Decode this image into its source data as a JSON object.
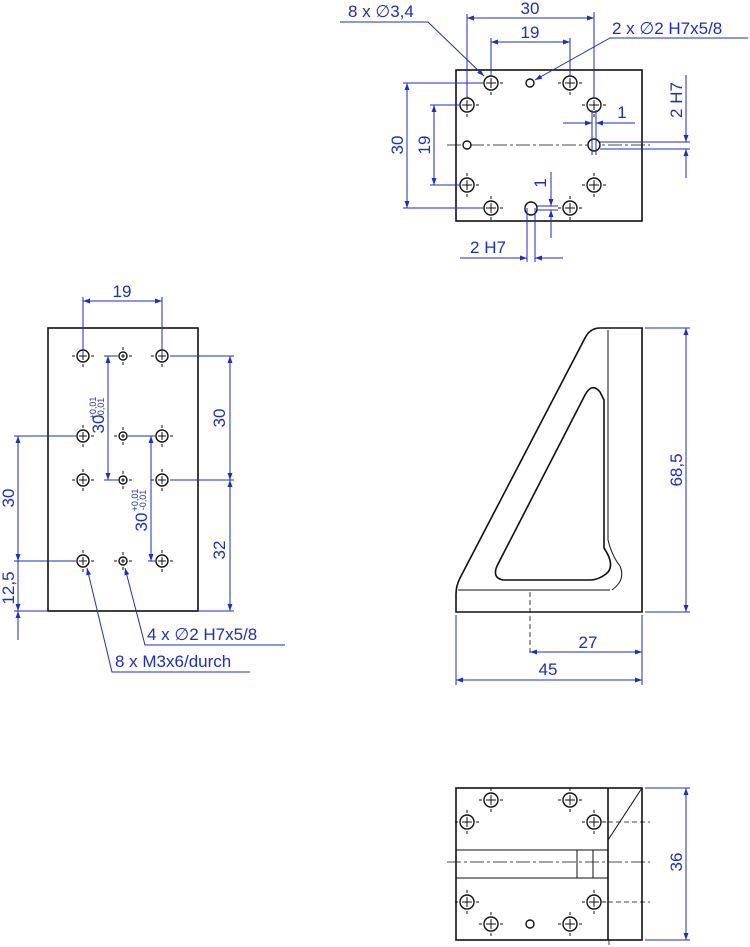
{
  "drawing": {
    "colors": {
      "dimension": "#1a2fc8",
      "part": "#111111"
    },
    "top_view": {
      "callout_through_holes": "8 x ∅3,4",
      "callout_pin_holes": "2 x ∅2 H7x5/8",
      "dim_outer_width": "30",
      "dim_inner_width": "19",
      "dim_outer_height": "30",
      "dim_inner_height": "19",
      "dim_offset_right": "1",
      "dim_slot_right": "2 H7",
      "dim_offset_bottom": "1",
      "dim_slot_bottom": "2 H7"
    },
    "front_view": {
      "dim_hole_spacing": "19",
      "dim_right_upper": "30",
      "dim_right_lower": "32",
      "dim_left_spacing": "30",
      "dim_left_edge": "12,5",
      "dim_tol_upper": "30",
      "dim_tol_lower": "30",
      "tol_plus": "+0,01",
      "tol_minus": "-0,01",
      "callout_pin_holes": "4 x ∅2 H7x5/8",
      "callout_threads": "8 x M3x6/durch"
    },
    "side_view": {
      "dim_height": "68,5",
      "dim_offset": "27",
      "dim_width": "45"
    },
    "bottom_view": {
      "dim_height": "36"
    }
  }
}
